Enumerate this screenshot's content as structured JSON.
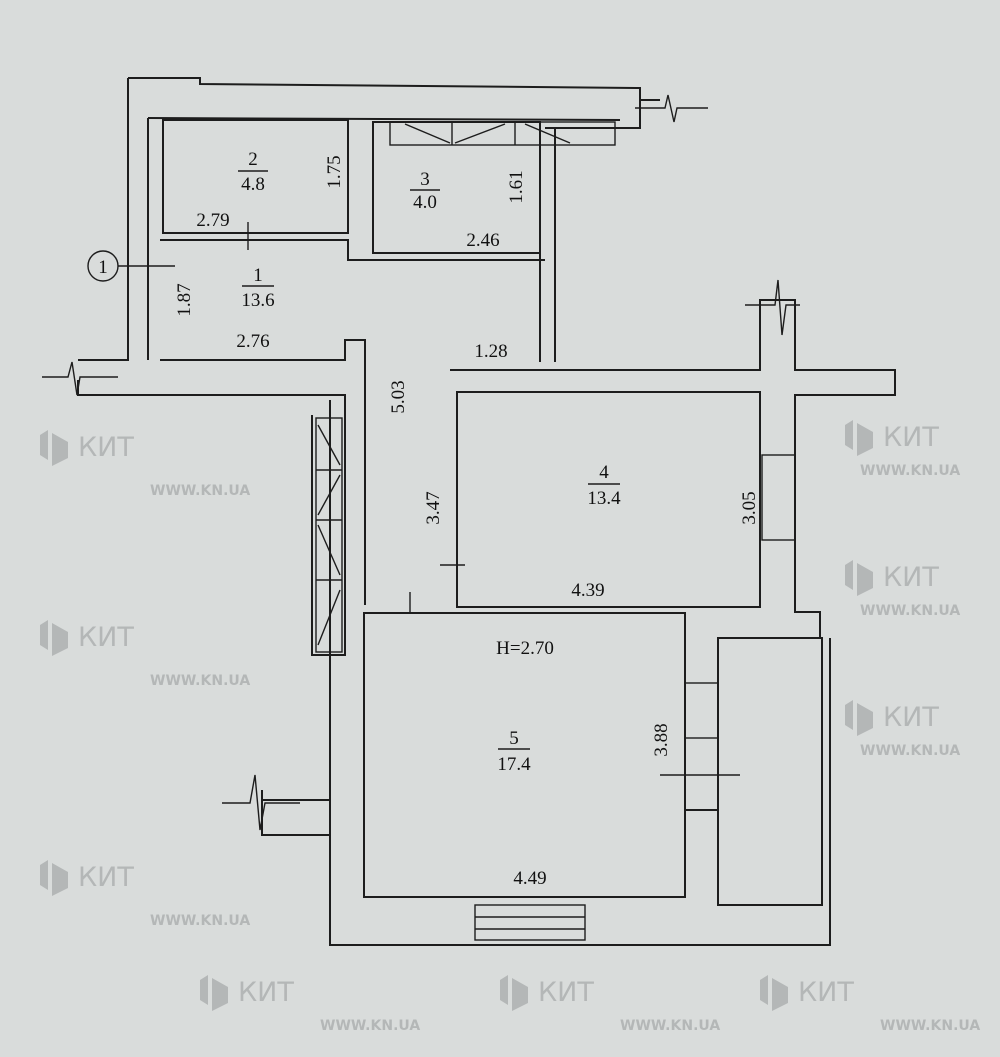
{
  "plan": {
    "ceiling_height": "H=2.70",
    "axis_marker": "1",
    "rooms": [
      {
        "number": "1",
        "area": "13.6"
      },
      {
        "number": "2",
        "area": "4.8"
      },
      {
        "number": "3",
        "area": "4.0"
      },
      {
        "number": "4",
        "area": "13.4"
      },
      {
        "number": "5",
        "area": "17.4"
      }
    ],
    "dimensions": [
      "2.79",
      "1.75",
      "1.61",
      "2.46",
      "1.87",
      "2.76",
      "1.28",
      "5.03",
      "3.47",
      "3.05",
      "4.39",
      "3.88",
      "4.49"
    ]
  },
  "watermark": {
    "brand": "КИТ",
    "url": "WWW.KN.UA"
  }
}
